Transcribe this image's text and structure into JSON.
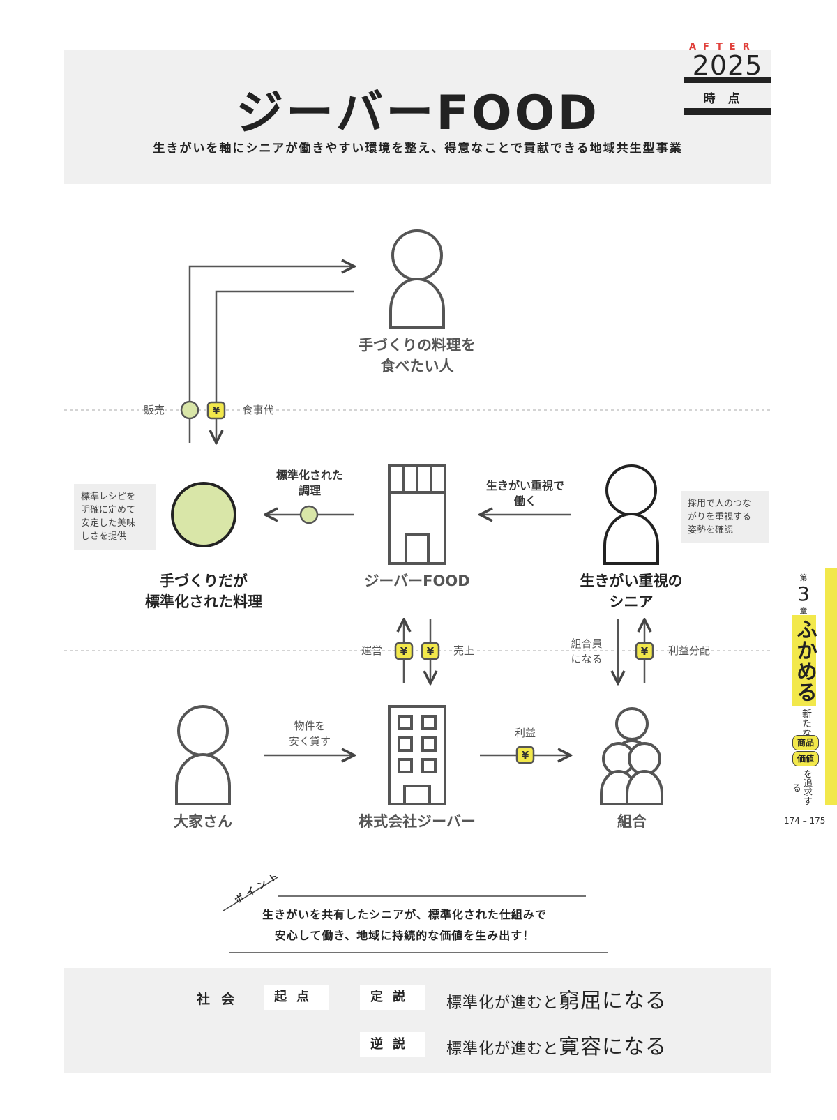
{
  "header": {
    "title": "ジーバーFOOD",
    "subtitle": "生きがいを軸にシニアが働きやすい環境を整え、得意なことで貢献できる地域共生型事業",
    "after_label": "AFTER",
    "after_year": "2025",
    "after_point": "時点"
  },
  "diagram": {
    "nodes": {
      "consumer": "手づくりの料理を\n食べたい人",
      "dish": "手づくりだが\n標準化された料理",
      "gba_food": "ジーバーFOOD",
      "senior": "生きがい重視の\nシニア",
      "landlord": "大家さん",
      "company": "株式会社ジーバー",
      "union": "組合"
    },
    "flows": {
      "sale": "販売",
      "meal_fee": "食事代",
      "standardized_cooking": "標準化された\n調理",
      "work_with_purpose": "生きがい重視で\n働く",
      "operation": "運営",
      "sales": "売上",
      "become_member": "組合員\nになる",
      "profit_share": "利益分配",
      "lease_cheaply": "物件を\n安く貸す",
      "profit": "利益"
    },
    "yen_symbol": "¥",
    "notes": {
      "recipe": "標準レシピを\n明確に定めて\n安定した美味\nしさを提供",
      "hiring": "採用で人のつな\nがりを重視する\n姿勢を確認"
    }
  },
  "sidebar": {
    "chapter_prefix": "第",
    "chapter_number": "3",
    "chapter_suffix": "章",
    "chapter_title": "ふかめる",
    "desc_top": "新たな",
    "box1": "商品",
    "box2": "価値",
    "desc_bottom": "を追求する",
    "pages": "174 – 175"
  },
  "point": {
    "label": "ポイント",
    "line1": "生きがいを共有したシニアが、標準化された仕組みで",
    "line2": "安心して働き、地域に持続的な価値を生み出す！"
  },
  "footer": {
    "society": "社会",
    "origin": "起点",
    "thesis": "定説",
    "antithesis": "逆説",
    "thesis_prefix": "標準化が進むと",
    "thesis_word": "窮屈",
    "thesis_suffix": "になる",
    "antithesis_prefix": "標準化が進むと",
    "antithesis_word": "寛容",
    "antithesis_suffix": "になる"
  },
  "colors": {
    "accent_yellow": "#f2e84b",
    "green_circle": "#d9e6a8",
    "after_red": "#e0413c",
    "panel_gray": "#f0f0f0"
  }
}
